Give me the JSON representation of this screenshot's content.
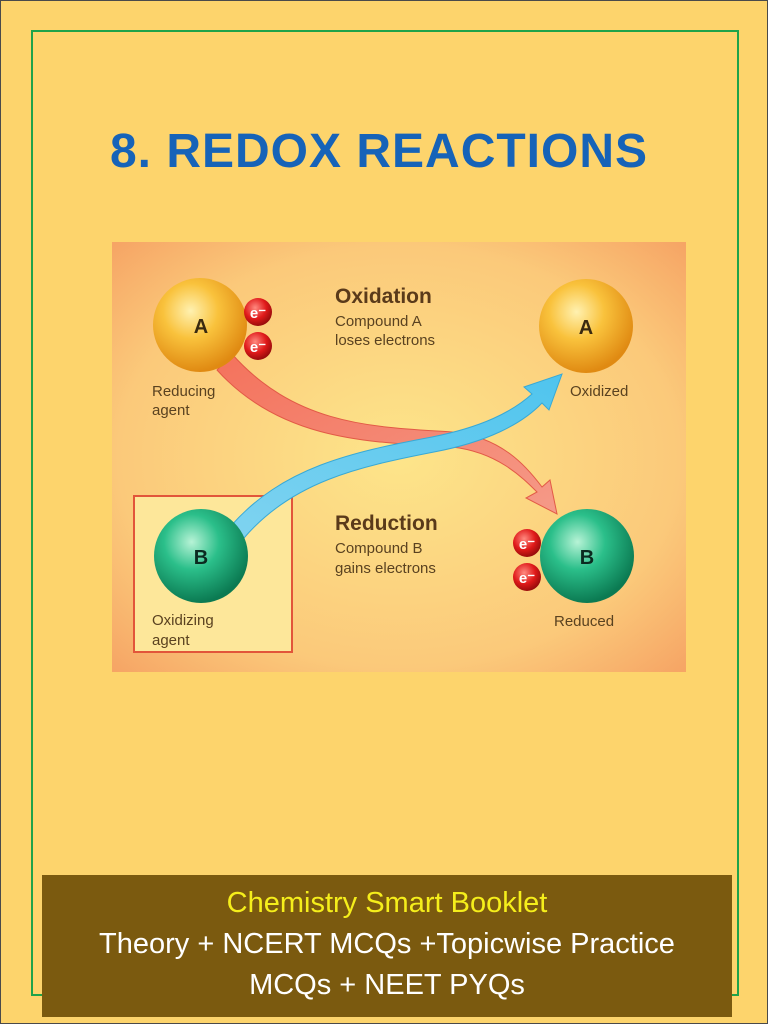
{
  "title": "8. REDOX REACTIONS",
  "diagram": {
    "atom_a_label": "A",
    "atom_b_label": "B",
    "electron_label": "e⁻",
    "oxidation_heading": "Oxidation",
    "oxidation_line1": "Compound A",
    "oxidation_line2": "loses electrons",
    "reduction_heading": "Reduction",
    "reduction_line1": "Compound B",
    "reduction_line2": "gains electrons",
    "reducing_agent_line1": "Reducing",
    "reducing_agent_line2": "agent",
    "oxidizing_agent_line1": "Oxidizing",
    "oxidizing_agent_line2": "agent",
    "oxidized_label": "Oxidized",
    "reduced_label": "Reduced"
  },
  "footer": {
    "line1": "Chemistry Smart Booklet",
    "line2": "Theory + NCERT MCQs +Topicwise Practice",
    "line3": "MCQs + NEET PYQs"
  },
  "colors": {
    "page_background": "#fdd46c",
    "title": "#1663b8",
    "border": "#1fa34a",
    "footer_background": "#7b5a0f",
    "footer_highlight": "#f5ee1b"
  }
}
